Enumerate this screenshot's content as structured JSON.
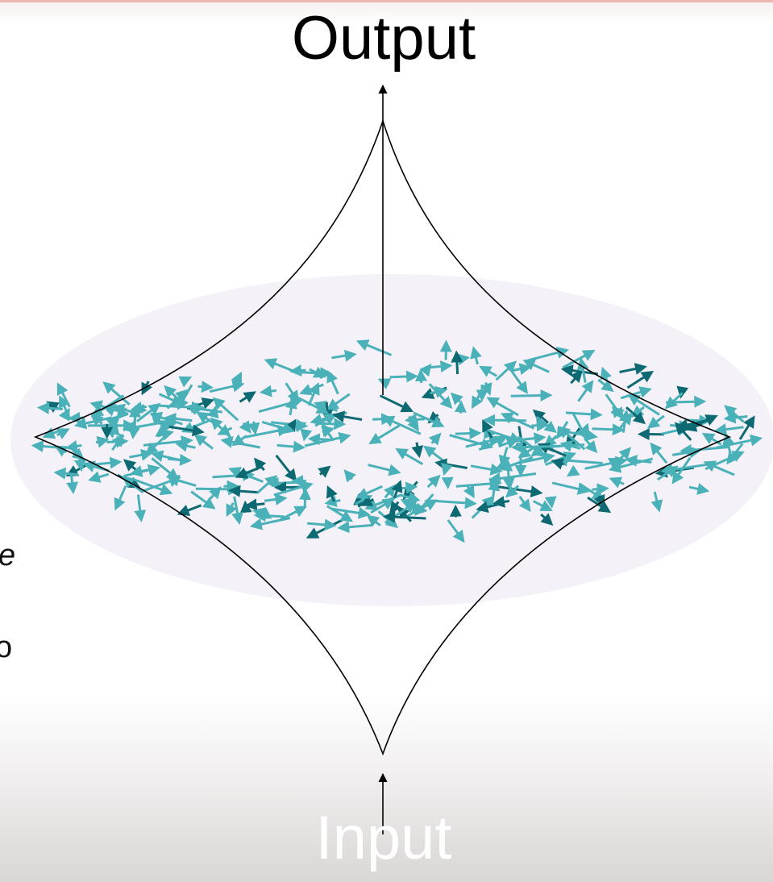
{
  "labels": {
    "output": "Output",
    "input": "Input",
    "left_fragment_1": "e",
    "left_fragment_2": "o"
  },
  "colors": {
    "background": "#ffffff",
    "ellipse_fill": "#f5f1f8",
    "arrow_light": "#4bb1b8",
    "arrow_dark": "#0e6a72",
    "outline": "#000000",
    "input_label": "#ffffff"
  },
  "icons": {
    "flow_arrow": "arrow-up",
    "vector_field": "arrow-swarm"
  }
}
